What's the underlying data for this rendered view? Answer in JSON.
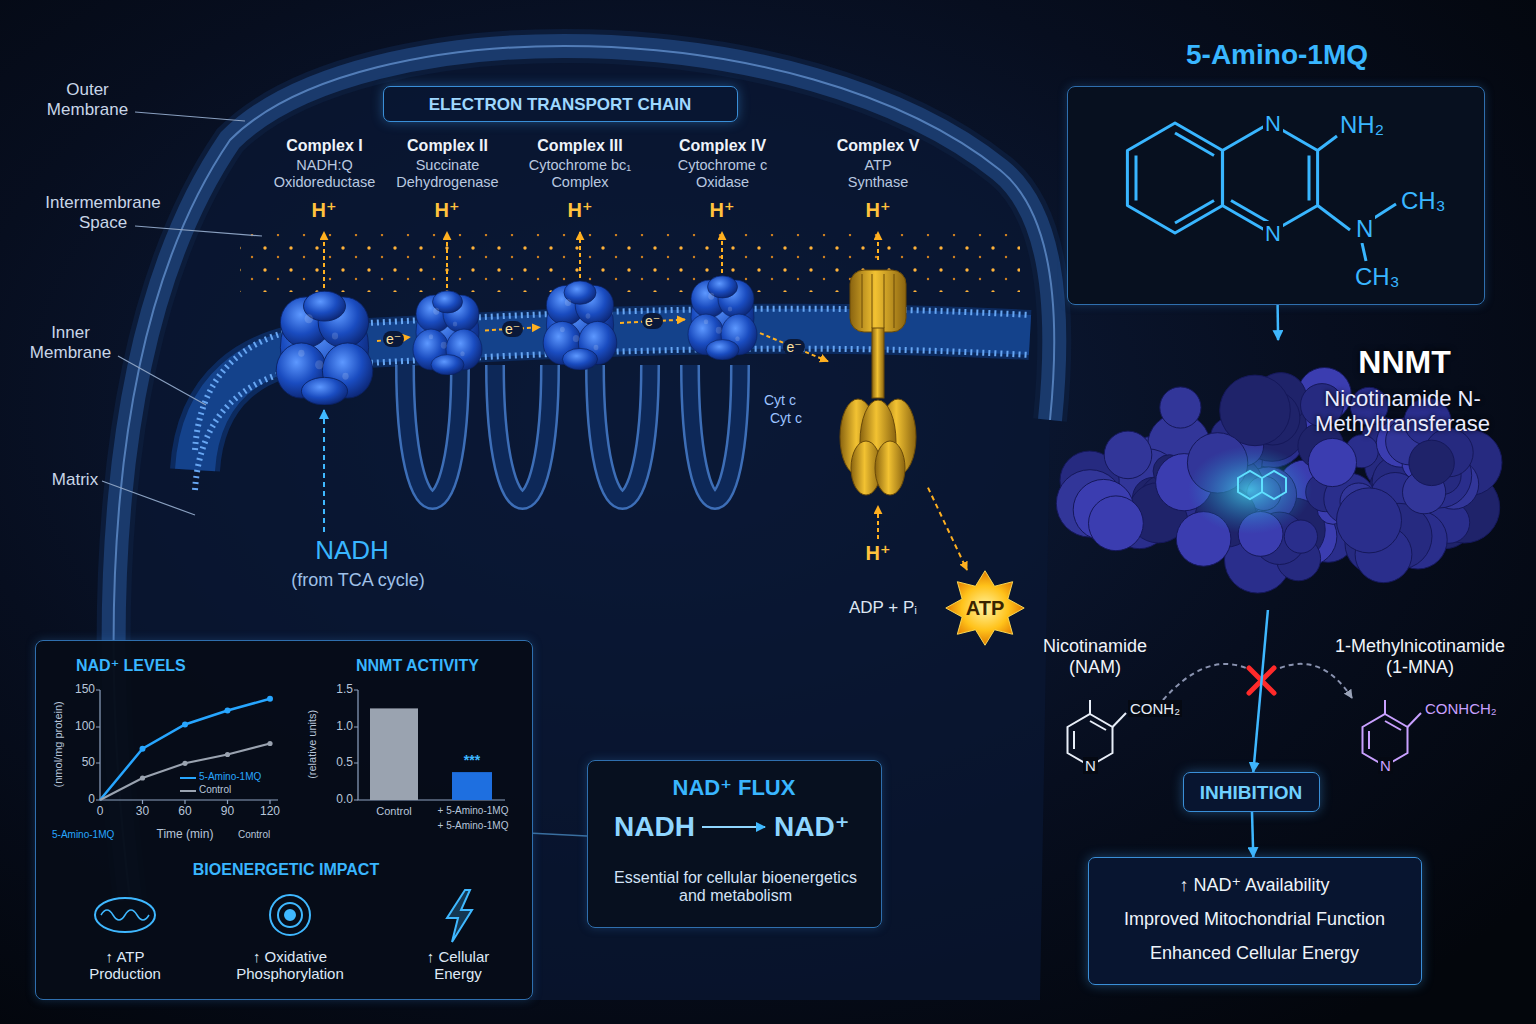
{
  "diagram": {
    "nodes": [
      {
        "text": [
          "ELECTRON TRANSPORT CHAIN"
        ]
      },
      {
        "text": [
          "Complex I",
          "NADH:Q Oxidoreductase"
        ]
      },
      {
        "text": [
          "Complex II",
          "Succinate Dehydrogenase"
        ]
      },
      {
        "text": [
          "Complex III",
          "Cytochrome bc₁ Complex"
        ]
      },
      {
        "text": [
          "Complex IV",
          "Cytochrome c Oxidase"
        ]
      },
      {
        "text": [
          "Complex V",
          "ATP Synthase"
        ]
      },
      {
        "text": [
          "ATP"
        ]
      },
      {
        "text": [
          "5-Amino-1MQ",
          "NH₂",
          "N",
          "N",
          "N",
          "CH₃",
          "CH₃"
        ]
      },
      {
        "text": [
          "NNMT",
          "Nicotinamide N-Methyltransferase"
        ]
      },
      {
        "text": [
          "INHIBITION"
        ]
      },
      {
        "text": [
          "↑ NAD⁺ Availability",
          "Improved Mitochondrial Function",
          "Enhanced Cellular Energy"
        ]
      },
      {
        "text": [
          "NAD⁺ LEVELS",
          "NNMT ACTIVITY",
          "BIOENERGETIC IMPACT"
        ]
      },
      {
        "text": [
          "NAD⁺ FLUX",
          "NADH",
          "NAD⁺",
          "Essential for cellular bioenergetics and metabolism"
        ]
      }
    ],
    "edges": [
      {
        "from": 1,
        "to": 2,
        "label": "e⁻",
        "arrow": "to"
      },
      {
        "from": 2,
        "to": 3,
        "label": "e⁻",
        "arrow": "to"
      },
      {
        "from": 3,
        "to": 4,
        "label": "e⁻",
        "arrow": "to"
      },
      {
        "from": 4,
        "to": 5,
        "label": "e⁻",
        "arrow": "to"
      },
      {
        "from": 5,
        "to": 6,
        "arrow": "to"
      },
      {
        "from": 7,
        "to": 8,
        "arrow": "to"
      },
      {
        "from": 8,
        "to": 9,
        "arrow": "to"
      },
      {
        "from": 9,
        "to": 10,
        "arrow": "to"
      },
      {
        "from": 11,
        "to": 12,
        "arrow": "none"
      }
    ],
    "labels": [
      "Outer Membrane",
      "Intermembrane Space",
      "Inner Membrane",
      "Matrix",
      "H⁺",
      "H⁺",
      "H⁺",
      "H⁺",
      "H⁺",
      "H⁺",
      "Cyt c",
      "Cyt c",
      "NADH",
      "(from TCA cycle)",
      "ADP + Pᵢ",
      "Nicotinamide (NAM)",
      "CONH₂",
      "N",
      "1-Methylnicotinamide (1-MNA)",
      "CONHCH₂",
      "N",
      "150",
      "100",
      "50",
      "0",
      "0",
      "30",
      "60",
      "90",
      "120",
      "Time (min)",
      "(nmol/mg protein)",
      "5-Amino-1MQ",
      "Control",
      "1.5",
      "1.0",
      "0.5",
      "0.0",
      "(relative units)",
      "Control",
      "+ 5-Amino-1MQ",
      "***",
      "+ 5-Amino-1MQ",
      "↑ ATP Production",
      "↑ Oxidative Phosphorylation",
      "↑ Cellular Energy"
    ],
    "legend": [
      {
        "text": "5-Amino-1MQ"
      },
      {
        "text": "Control"
      }
    ]
  }
}
